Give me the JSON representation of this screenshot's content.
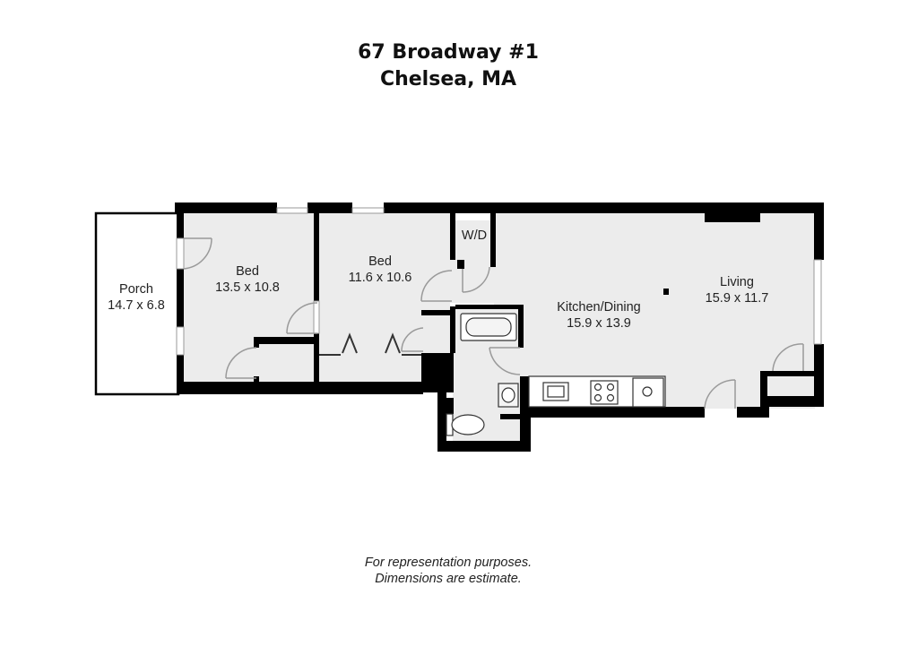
{
  "header": {
    "address_line1": "67 Broadway #1",
    "address_line2": "Chelsea, MA"
  },
  "rooms": [
    {
      "name": "Porch",
      "dims": "14.7 x 6.8"
    },
    {
      "name": "Bed",
      "dims": "13.5 x 10.8"
    },
    {
      "name": "Bed",
      "dims": "11.6 x 10.6"
    },
    {
      "name": "W/D",
      "dims": ""
    },
    {
      "name": "Kitchen/Dining",
      "dims": "15.9 x 13.9"
    },
    {
      "name": "Living",
      "dims": "15.9 x 11.7"
    }
  ],
  "footer": {
    "note_line1": "For representation purposes.",
    "note_line2": "Dimensions are estimate."
  },
  "colors": {
    "wall": "#000000",
    "floor": "#ececec",
    "porch": "#ffffff",
    "window": "#9a9a9a"
  }
}
